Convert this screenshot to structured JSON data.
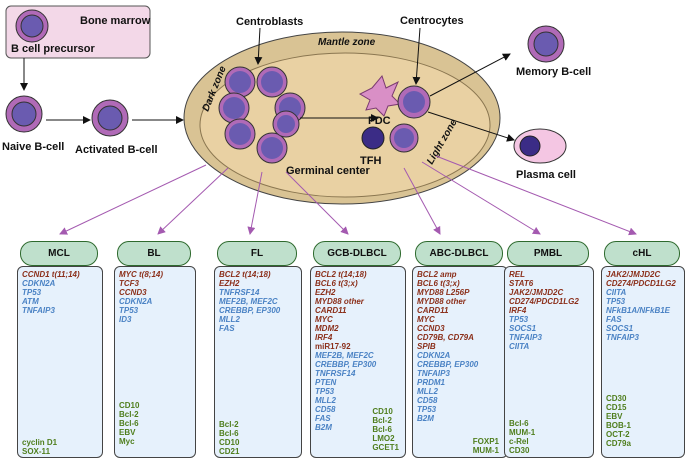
{
  "labels": {
    "bone_marrow": "Bone marrow",
    "b_cell_precursor": "B cell precursor",
    "naive_b_cell": "Naive B-cell",
    "activated_b_cell": "Activated B-cell",
    "centroblasts": "Centroblasts",
    "centrocytes": "Centrocytes",
    "mantle_zone": "Mantle zone",
    "dark_zone": "Dark zone",
    "light_zone": "Light zone",
    "fdc": "FDC",
    "tfh": "TFH",
    "germinal_center": "Germinal center",
    "memory_b_cell": "Memory B-cell",
    "plasma_cell": "Plasma cell"
  },
  "colors": {
    "cell_outer": "#b06ab7",
    "cell_inner": "#6a5bb0",
    "bone_marrow_fill": "#f3d8e8",
    "germinal_fill": "#d9c394",
    "gene_red": "#8b2f1a",
    "gene_blue": "#4a82c4",
    "marker_green": "#4f7e1d",
    "header_fill": "#bfe0cc",
    "box_fill": "#e6f1fc"
  },
  "lymphomas": [
    {
      "name": "MCL",
      "genes": [
        {
          "t": "CCND1 t(11;14)",
          "c": "red",
          "i": true
        },
        {
          "t": "CDKN2A",
          "c": "blue",
          "i": true
        },
        {
          "t": "TP53",
          "c": "blue",
          "i": true
        },
        {
          "t": "ATM",
          "c": "blue",
          "i": true
        },
        {
          "t": "TNFAIP3",
          "c": "blue",
          "i": true
        }
      ],
      "markers": [
        "cyclin D1",
        "SOX-11"
      ]
    },
    {
      "name": "BL",
      "genes": [
        {
          "t": "MYC t(8;14)",
          "c": "red",
          "i": true
        },
        {
          "t": "TCF3",
          "c": "red",
          "i": true
        },
        {
          "t": "CCND3",
          "c": "red",
          "i": true
        },
        {
          "t": "CDKN2A",
          "c": "blue",
          "i": true
        },
        {
          "t": "TP53",
          "c": "blue",
          "i": true
        },
        {
          "t": "ID3",
          "c": "blue",
          "i": true
        }
      ],
      "markers": [
        "CD10",
        "Bcl-2",
        "Bcl-6",
        "EBV",
        "Myc"
      ]
    },
    {
      "name": "FL",
      "genes": [
        {
          "t": "BCL2 t(14;18)",
          "c": "red",
          "i": true
        },
        {
          "t": "EZH2",
          "c": "red",
          "i": true
        },
        {
          "t": "TNFRSF14",
          "c": "blue",
          "i": true
        },
        {
          "t": "MEF2B, MEF2C",
          "c": "blue",
          "i": true
        },
        {
          "t": "CREBBP, EP300",
          "c": "blue",
          "i": true
        },
        {
          "t": "MLL2",
          "c": "blue",
          "i": true
        },
        {
          "t": "FAS",
          "c": "blue",
          "i": true
        }
      ],
      "markers": [
        "Bcl-2",
        "Bcl-6",
        "CD10",
        "CD21"
      ]
    },
    {
      "name": "GCB-DLBCL",
      "genes": [
        {
          "t": "BCL2 t(14;18)",
          "c": "red",
          "i": true
        },
        {
          "t": "BCL6 t(3;x)",
          "c": "red",
          "i": true
        },
        {
          "t": "EZH2",
          "c": "red",
          "i": true
        },
        {
          "t": "MYD88 other",
          "c": "red",
          "i": true
        },
        {
          "t": "CARD11",
          "c": "red",
          "i": true
        },
        {
          "t": "MYC",
          "c": "red",
          "i": true
        },
        {
          "t": "MDM2",
          "c": "red",
          "i": true
        },
        {
          "t": "IRF4",
          "c": "red",
          "i": true
        },
        {
          "t": "miR17-92",
          "c": "red",
          "i": false
        },
        {
          "t": "MEF2B, MEF2C",
          "c": "blue",
          "i": true
        },
        {
          "t": "CREBBP, EP300",
          "c": "blue",
          "i": true
        },
        {
          "t": "TNFRSF14",
          "c": "blue",
          "i": true
        },
        {
          "t": "PTEN",
          "c": "blue",
          "i": true
        },
        {
          "t": "TP53",
          "c": "blue",
          "i": true
        },
        {
          "t": "MLL2",
          "c": "blue",
          "i": true
        },
        {
          "t": "CD58",
          "c": "blue",
          "i": true
        },
        {
          "t": "FAS",
          "c": "blue",
          "i": true
        },
        {
          "t": "B2M",
          "c": "blue",
          "i": true
        }
      ],
      "markers": [
        "CD10",
        "Bcl-2",
        "Bcl-6",
        "LMO2",
        "GCET1"
      ]
    },
    {
      "name": "ABC-DLBCL",
      "genes": [
        {
          "t": "BCL2 amp",
          "c": "red",
          "i": true
        },
        {
          "t": "BCL6 t(3;x)",
          "c": "red",
          "i": true
        },
        {
          "t": "MYD88 L256P",
          "c": "red",
          "i": true
        },
        {
          "t": "MYD88 other",
          "c": "red",
          "i": true
        },
        {
          "t": "CARD11",
          "c": "red",
          "i": true
        },
        {
          "t": "MYC",
          "c": "red",
          "i": true
        },
        {
          "t": "CCND3",
          "c": "red",
          "i": true
        },
        {
          "t": "CD79B, CD79A",
          "c": "red",
          "i": true
        },
        {
          "t": "SPIB",
          "c": "red",
          "i": true
        },
        {
          "t": "CDKN2A",
          "c": "blue",
          "i": true
        },
        {
          "t": "CREBBP, EP300",
          "c": "blue",
          "i": true
        },
        {
          "t": "TNFAIP3",
          "c": "blue",
          "i": true
        },
        {
          "t": "PRDM1",
          "c": "blue",
          "i": true
        },
        {
          "t": "MLL2",
          "c": "blue",
          "i": true
        },
        {
          "t": "CD58",
          "c": "blue",
          "i": true
        },
        {
          "t": "TP53",
          "c": "blue",
          "i": true
        },
        {
          "t": "B2M",
          "c": "blue",
          "i": true
        }
      ],
      "markers": [
        "FOXP1",
        "MUM-1"
      ]
    },
    {
      "name": "PMBL",
      "genes": [
        {
          "t": "REL",
          "c": "red",
          "i": true
        },
        {
          "t": "STAT6",
          "c": "red",
          "i": true
        },
        {
          "t": "JAK2/JMJD2C",
          "c": "red",
          "i": true
        },
        {
          "t": "CD274/PDCD1LG2",
          "c": "red",
          "i": true
        },
        {
          "t": "IRF4",
          "c": "red",
          "i": true
        },
        {
          "t": "TP53",
          "c": "blue",
          "i": true
        },
        {
          "t": "SOCS1",
          "c": "blue",
          "i": true
        },
        {
          "t": "TNFAIP3",
          "c": "blue",
          "i": true
        },
        {
          "t": "CIITA",
          "c": "blue",
          "i": true
        }
      ],
      "markers": [
        "Bcl-6",
        "MUM-1",
        "c-Rel",
        "CD30"
      ]
    },
    {
      "name": "cHL",
      "genes": [
        {
          "t": "JAK2/JMJD2C",
          "c": "red",
          "i": true
        },
        {
          "t": "CD274/PDCD1LG2",
          "c": "red",
          "i": true
        },
        {
          "t": "CIITA",
          "c": "blue",
          "i": true
        },
        {
          "t": "TP53",
          "c": "blue",
          "i": true
        },
        {
          "t": "NFkB1A/NFkB1E",
          "c": "blue",
          "i": true
        },
        {
          "t": "FAS",
          "c": "blue",
          "i": true
        },
        {
          "t": "SOCS1",
          "c": "blue",
          "i": true
        },
        {
          "t": "TNFAIP3",
          "c": "blue",
          "i": true
        }
      ],
      "markers": [
        "CD30",
        "CD15",
        "EBV",
        "BOB-1",
        "OCT-2",
        "CD79a"
      ]
    }
  ]
}
